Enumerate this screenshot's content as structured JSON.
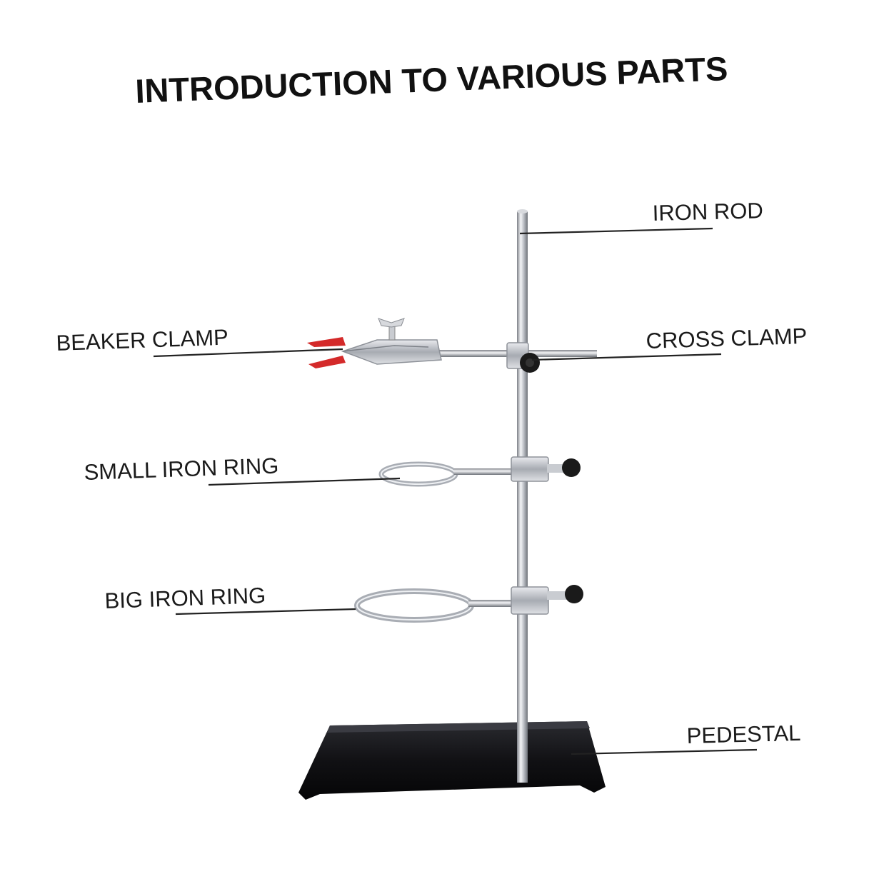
{
  "title": "INTRODUCTION TO VARIOUS PARTS",
  "labels": {
    "iron_rod": "IRON ROD",
    "beaker_clamp": "BEAKER CLAMP",
    "cross_clamp": "CROSS CLAMP",
    "small_iron_ring": "SMALL IRON RING",
    "big_iron_ring": "BIG IRON RING",
    "pedestal": "PEDESTAL"
  },
  "colors": {
    "background": "#ffffff",
    "pedestal": "#0d0d0f",
    "rod": "#b9bcc2",
    "clamp_tips": "#d42a2a",
    "knob": "#1a1a1a",
    "text": "#1a1a1a"
  }
}
